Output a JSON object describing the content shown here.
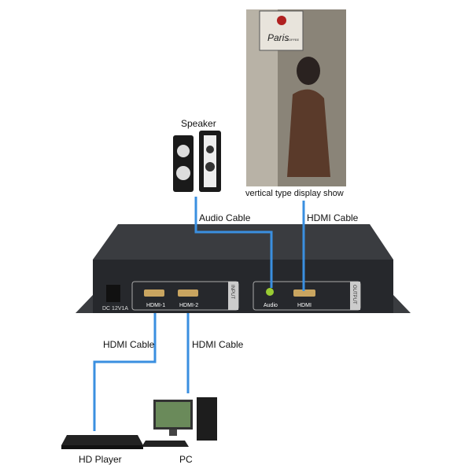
{
  "labels": {
    "speaker": "Speaker",
    "display_caption": "vertical type display show",
    "audio_cable": "Audio Cable",
    "hdmi_cable_out": "HDMI Cable",
    "hdmi_cable_in1": "HDMI Cable",
    "hdmi_cable_in2": "HDMI Cable",
    "hd_player": "HD Player",
    "pc": "PC"
  },
  "device": {
    "power_label": "DC 12V1A",
    "input_label": "INPUT",
    "output_label": "OUTPUT",
    "ports": {
      "hdmi1": "HDMI-1",
      "hdmi2": "HDMI-2",
      "audio": "Audio",
      "hdmi_out": "HDMI"
    }
  },
  "display": {
    "sign_text": "Paris",
    "sign_sub": "COFFEE"
  },
  "colors": {
    "cable": "#3a8fe0",
    "device": "#2a2c30"
  }
}
